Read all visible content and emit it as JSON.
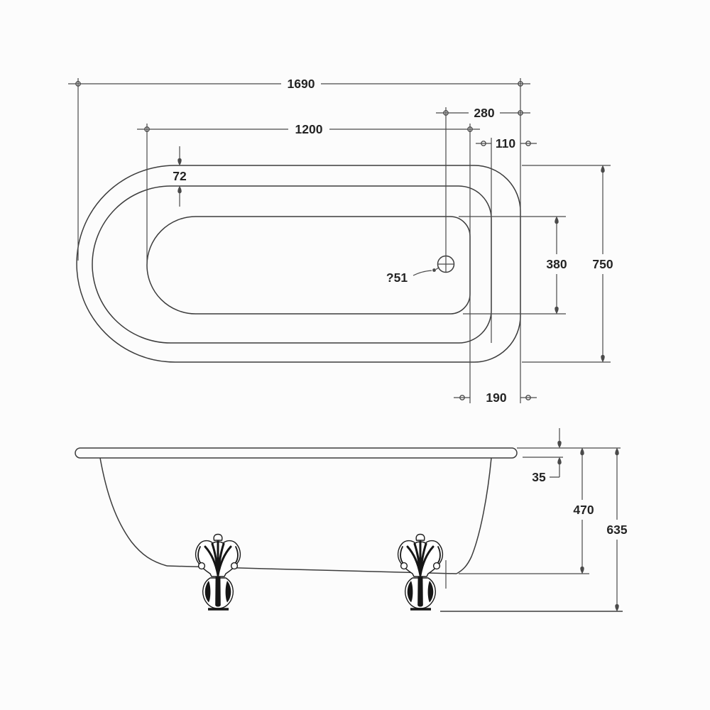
{
  "colors": {
    "background": "#fcfcfc",
    "outline": "#3c3c3c",
    "dimension_lines": "#4a4a4a",
    "text": "#242424",
    "feet": "#161616"
  },
  "top_view_dims": {
    "overall_length": "1690",
    "drain_center_to_right_end": "280",
    "basin_floor_length": "1200",
    "right_rim_width": "110",
    "side_rim_width": "72",
    "drain_diameter": "?51",
    "basin_floor_width": "380",
    "overall_width": "750",
    "basin_to_right_end": "190"
  },
  "side_view_dims": {
    "rim_thickness": "35",
    "rim_to_underside_height": "470",
    "overall_height": "635"
  }
}
